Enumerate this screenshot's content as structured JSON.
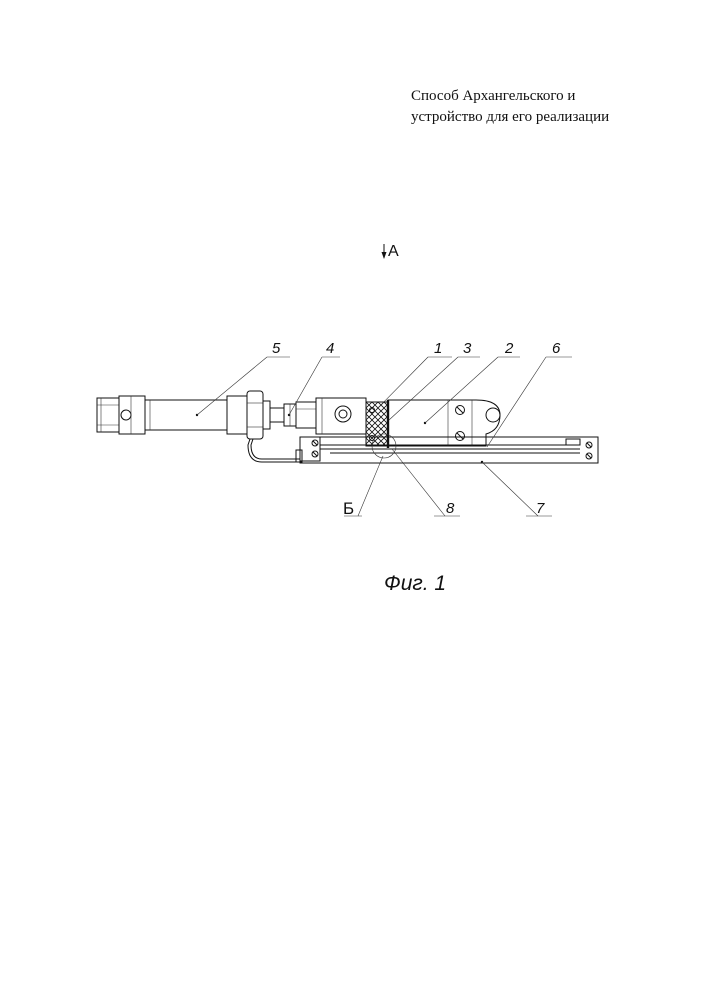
{
  "header": {
    "line1": "Способ Архангельского  и",
    "line2": "устройство для его реализации"
  },
  "view_label": "А",
  "caption": "Фиг. 1",
  "part_labels": {
    "p1": "1",
    "p2": "2",
    "p3": "3",
    "p4": "4",
    "p5": "5",
    "p6": "6",
    "p7": "7",
    "p8": "8",
    "pB": "Б"
  }
}
